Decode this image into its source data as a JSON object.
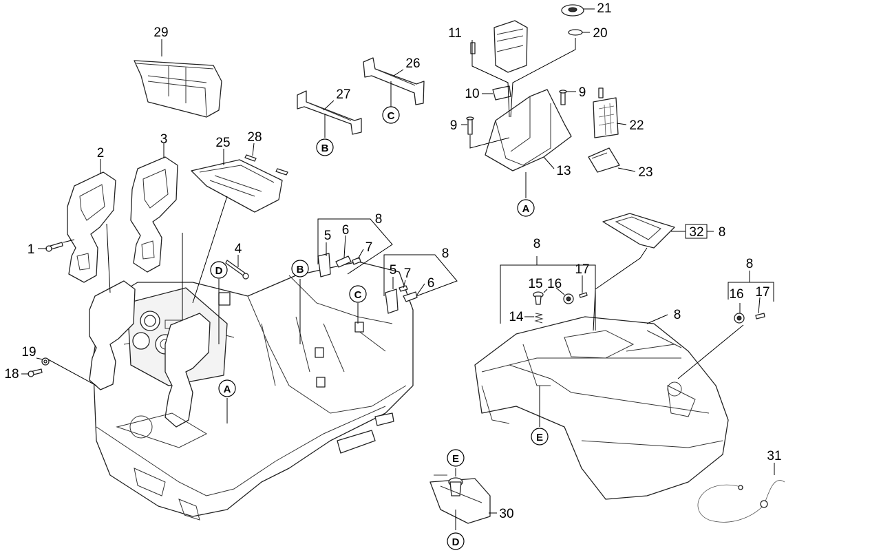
{
  "callouts": {
    "c1": "1",
    "c2": "2",
    "c3": "3",
    "c4": "4",
    "c5a": "5",
    "c6a": "6",
    "c7a": "7",
    "c8a": "8",
    "c5b": "5",
    "c7b": "7",
    "c6b": "6",
    "c8b": "8",
    "c8c": "8",
    "c8d": "8",
    "c8e": "8",
    "c8f": "8",
    "c9a": "9",
    "c9b": "9",
    "c10": "10",
    "c11": "11",
    "c13": "13",
    "c14": "14",
    "c15": "15",
    "c16a": "16",
    "c16b": "16",
    "c17a": "17",
    "c17b": "17",
    "c18": "18",
    "c19": "19",
    "c20": "20",
    "c21": "21",
    "c22": "22",
    "c23": "23",
    "c25": "25",
    "c26": "26",
    "c27": "27",
    "c28": "28",
    "c29": "29",
    "c30": "30",
    "c31": "31",
    "c32": "32"
  },
  "refs": {
    "A_top": "A",
    "A_base": "A",
    "B_top": "B",
    "B_base": "B",
    "C_top": "C",
    "C_base": "C",
    "D_base": "D",
    "D_bottom": "D",
    "E_cover": "E",
    "E_bottom": "E"
  }
}
